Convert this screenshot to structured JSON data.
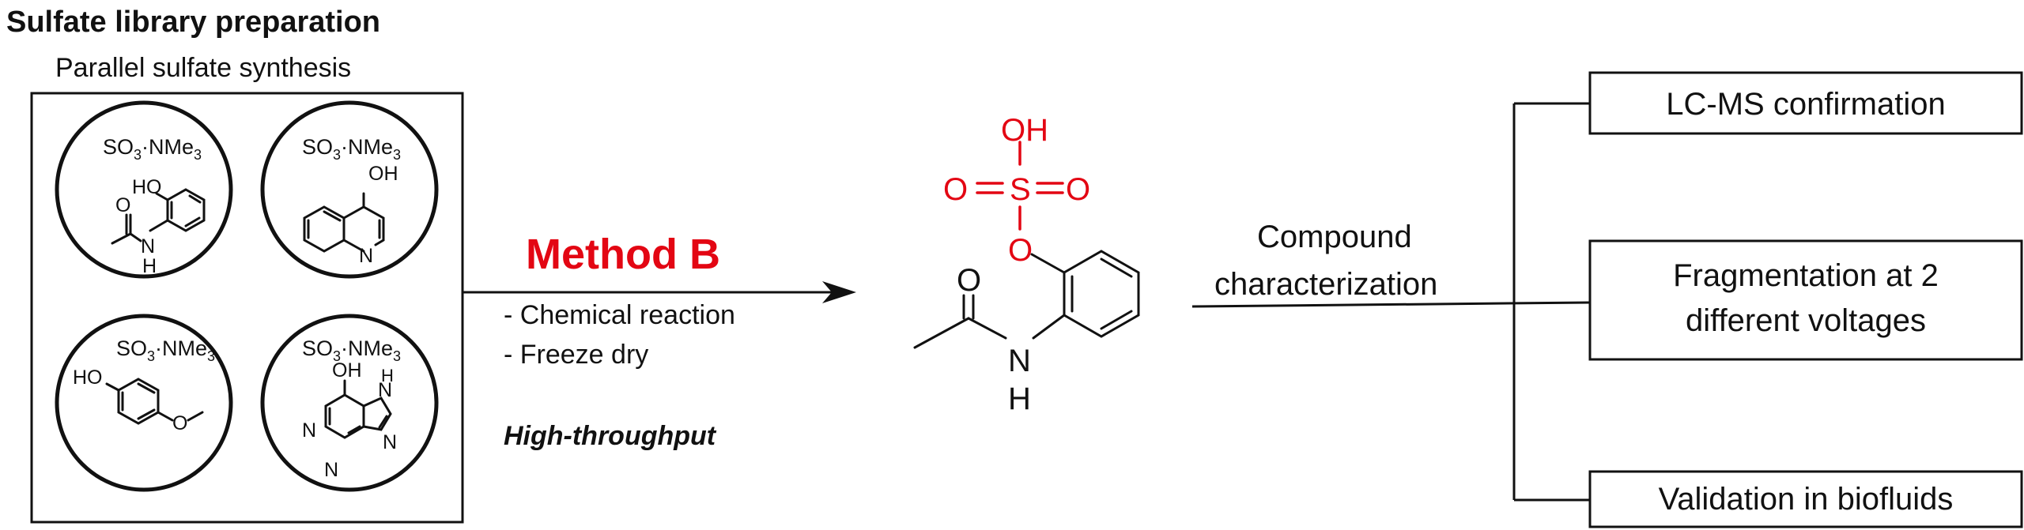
{
  "left_panel": {
    "title": "Sulfate library preparation",
    "subtitle": "Parallel sulfate synthesis",
    "reagent": {
      "main": "SO",
      "sub": "3",
      "mid": "·NMe",
      "sub2": "3"
    },
    "atom_labels": {
      "oh": "OH",
      "ho": "HO",
      "o": "O",
      "h": "H",
      "n": "N"
    }
  },
  "method": {
    "title": "Method B",
    "steps": [
      "- Chemical reaction",
      "- Freeze dry"
    ],
    "note": "High-throughput"
  },
  "product": {
    "sulfate_labels": {
      "oh": "OH",
      "o_left": "O",
      "s": "S",
      "o_right": "O",
      "o_link": "O"
    },
    "amide_labels": {
      "o": "O",
      "n": "N",
      "h": "H"
    }
  },
  "characterization": {
    "label_line1": "Compound",
    "label_line2": "characterization",
    "outputs": [
      {
        "lines": [
          "LC-MS confirmation"
        ]
      },
      {
        "lines": [
          "Fragmentation at 2",
          "different voltages"
        ]
      },
      {
        "lines": [
          "Validation in biofluids"
        ]
      }
    ]
  },
  "colors": {
    "accent_red": "#e30613",
    "line": "#111111"
  }
}
